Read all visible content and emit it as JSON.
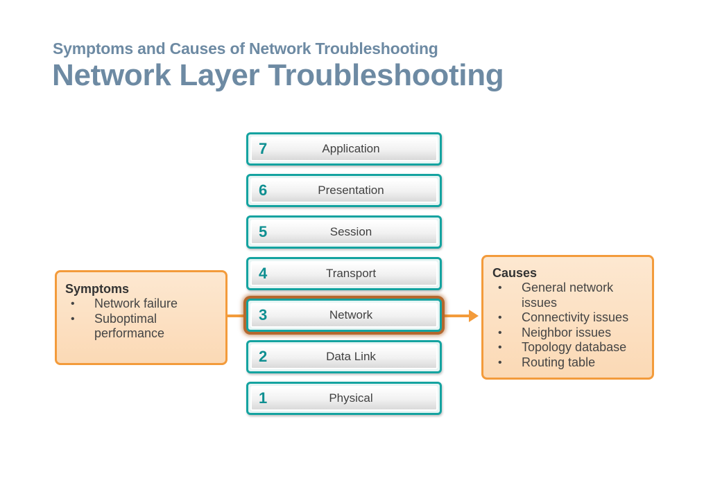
{
  "header": {
    "subtitle": "Symptoms and Causes of Network Troubleshooting",
    "title": "Network Layer Troubleshooting"
  },
  "osi_layers": [
    {
      "number": "7",
      "name": "Application"
    },
    {
      "number": "6",
      "name": "Presentation"
    },
    {
      "number": "5",
      "name": "Session"
    },
    {
      "number": "4",
      "name": "Transport"
    },
    {
      "number": "3",
      "name": "Network"
    },
    {
      "number": "2",
      "name": "Data Link"
    },
    {
      "number": "1",
      "name": "Physical"
    }
  ],
  "highlighted_layer": "3",
  "symptoms": {
    "heading": "Symptoms",
    "items": [
      "Network failure",
      "Suboptimal performance"
    ]
  },
  "causes": {
    "heading": "Causes",
    "items": [
      "General network issues",
      "Connectivity issues",
      "Neighbor issues",
      "Topology database",
      "Routing table"
    ]
  },
  "bullet_char": "•",
  "colors": {
    "title": "#6d8aa3",
    "layer_border": "#14a3a0",
    "callout_border": "#f39b3b",
    "callout_fill": "#fbd9b5",
    "highlight_glow": "#b4682e"
  }
}
